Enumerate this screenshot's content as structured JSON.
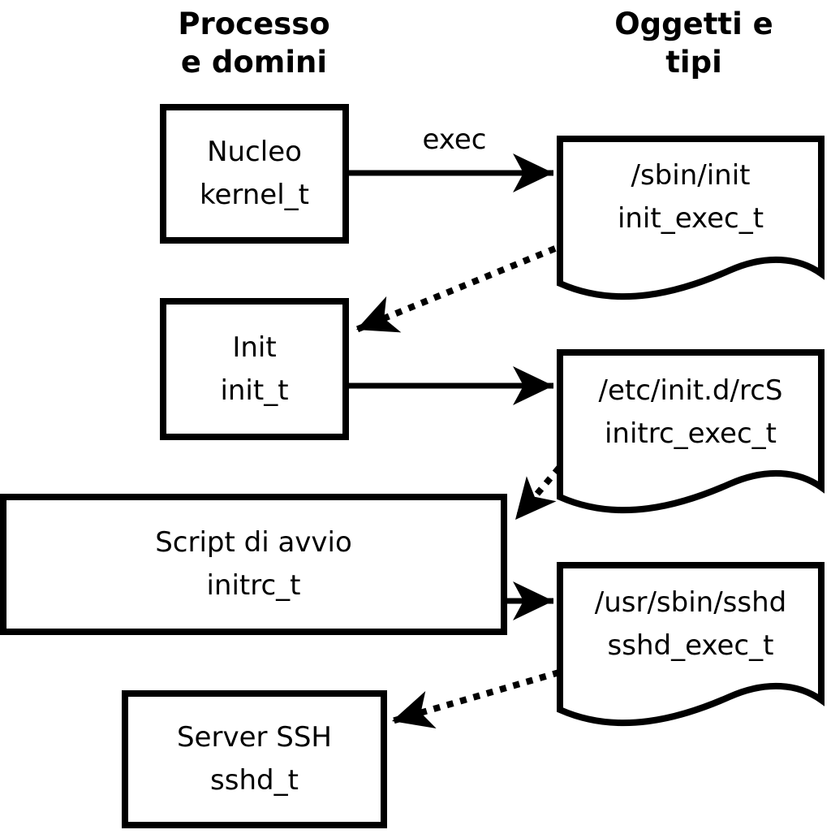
{
  "diagram": {
    "column_headers": {
      "left": "Processo\ne domini",
      "right": "Oggetti e\ntipi"
    },
    "exec_arrow_label": "exec",
    "process_boxes": [
      {
        "name": "Nucleo",
        "type": "kernel_t"
      },
      {
        "name": "Init",
        "type": "init_t"
      },
      {
        "name": "Script di avvio",
        "type": "initrc_t"
      },
      {
        "name": "Server SSH",
        "type": "sshd_t"
      }
    ],
    "object_docs": [
      {
        "path": "/sbin/init",
        "type": "init_exec_t"
      },
      {
        "path": "/etc/init.d/rcS",
        "type": "initrc_exec_t"
      },
      {
        "path": "/usr/sbin/sshd",
        "type": "sshd_exec_t"
      }
    ],
    "colors": {
      "stroke": "#000000",
      "background": "#ffffff"
    }
  }
}
